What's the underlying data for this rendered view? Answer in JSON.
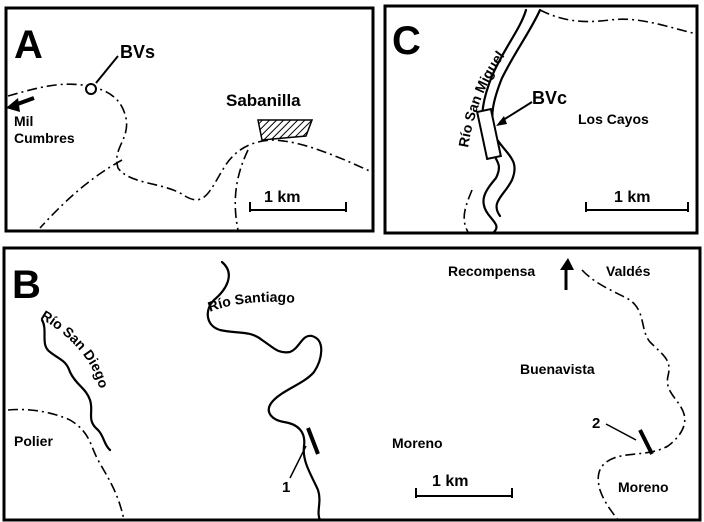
{
  "panel_a": {
    "letter": "A",
    "site_label": "BVs",
    "place_mil": "Mil",
    "place_cumbres": "Cumbres",
    "town": "Sabanilla",
    "scale": "1 km"
  },
  "panel_b": {
    "letter": "B",
    "river_san_diego": "Río San Diego",
    "river_santiago": "Río Santiago",
    "place_polier": "Polier",
    "place_moreno_center": "Moreno",
    "place_recompensa": "Recompensa",
    "place_valdes": "Valdés",
    "place_buenavista": "Buenavista",
    "place_moreno_right": "Moreno",
    "site_1": "1",
    "site_2": "2",
    "scale": "1 km"
  },
  "panel_c": {
    "letter": "C",
    "river": "Río San Miguel",
    "site_label": "BVc",
    "place": "Los Cayos",
    "scale": "1 km"
  },
  "colors": {
    "ink": "#000000",
    "paper": "#ffffff"
  }
}
